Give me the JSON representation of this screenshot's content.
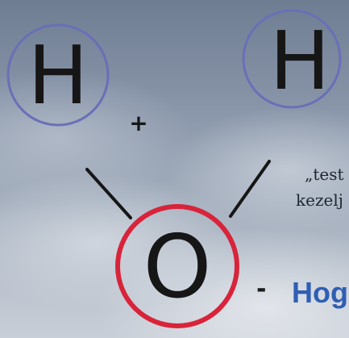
{
  "atoms": {
    "hydrogen_left": "H",
    "hydrogen_right": "H",
    "oxygen": "O"
  },
  "plus_sign": "+",
  "minus_sign": "-",
  "quote": {
    "line1": "„test",
    "line2": "kezelj"
  },
  "heading_fragment": "Hog",
  "colors": {
    "hydrogen_ring": "#6a6fb8",
    "oxygen_ring": "#d8243a",
    "heading_text": "#2f5fb3",
    "glyph": "#161616"
  }
}
